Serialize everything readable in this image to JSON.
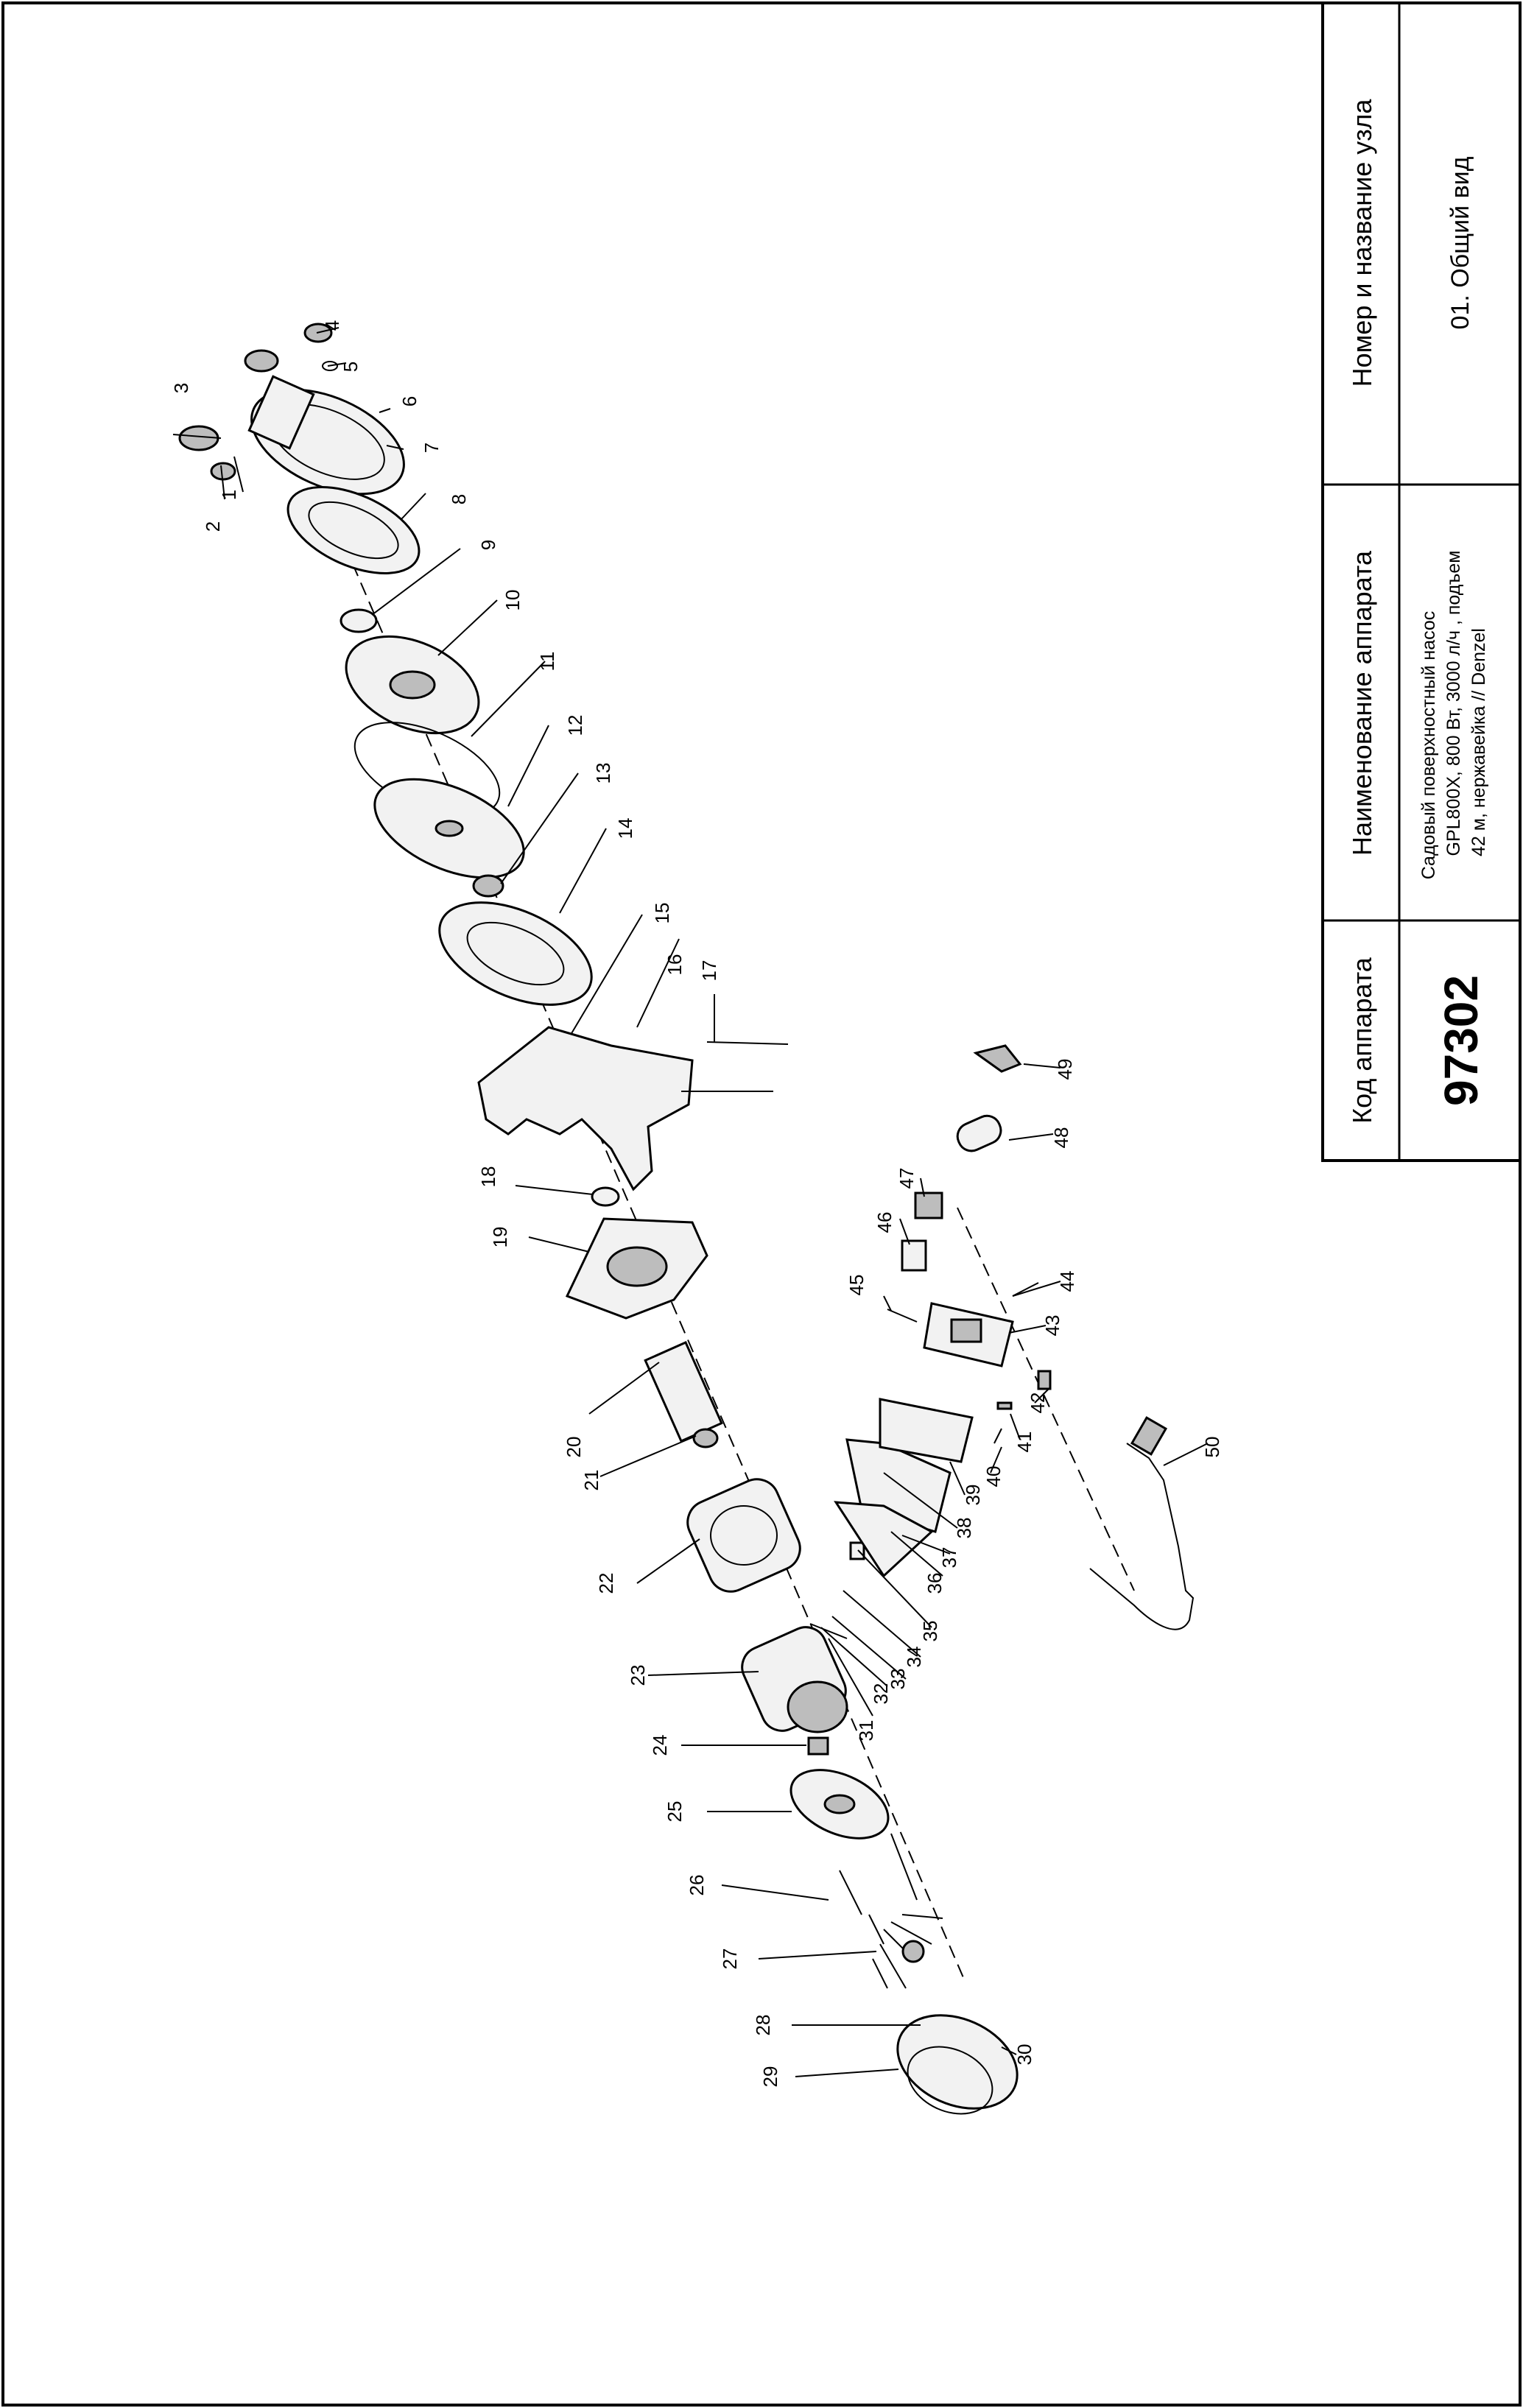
{
  "title_block": {
    "code_header": "Код аппарата",
    "code_value": "97302",
    "name_header": "Наименование аппарата",
    "name_line1": "Садовый поверхностный насос",
    "name_line2": "GPL800X, 800 Вт, 3000 л/ч , подъем",
    "name_line3": "42 м, нержавейка // Denzel",
    "node_header": "Номер и название узла",
    "node_value": "01. Общий вид"
  },
  "diagram": {
    "part_numbers": [
      "1",
      "2",
      "3",
      "4",
      "5",
      "6",
      "7",
      "8",
      "9",
      "10",
      "11",
      "12",
      "13",
      "14",
      "15",
      "16",
      "17",
      "18",
      "19",
      "20",
      "21",
      "22",
      "23",
      "24",
      "25",
      "26",
      "27",
      "28",
      "29",
      "30",
      "31",
      "32",
      "33",
      "34",
      "35",
      "36",
      "37",
      "38",
      "39",
      "40",
      "41",
      "42",
      "43",
      "44",
      "45",
      "46",
      "47",
      "48",
      "49",
      "50"
    ]
  }
}
